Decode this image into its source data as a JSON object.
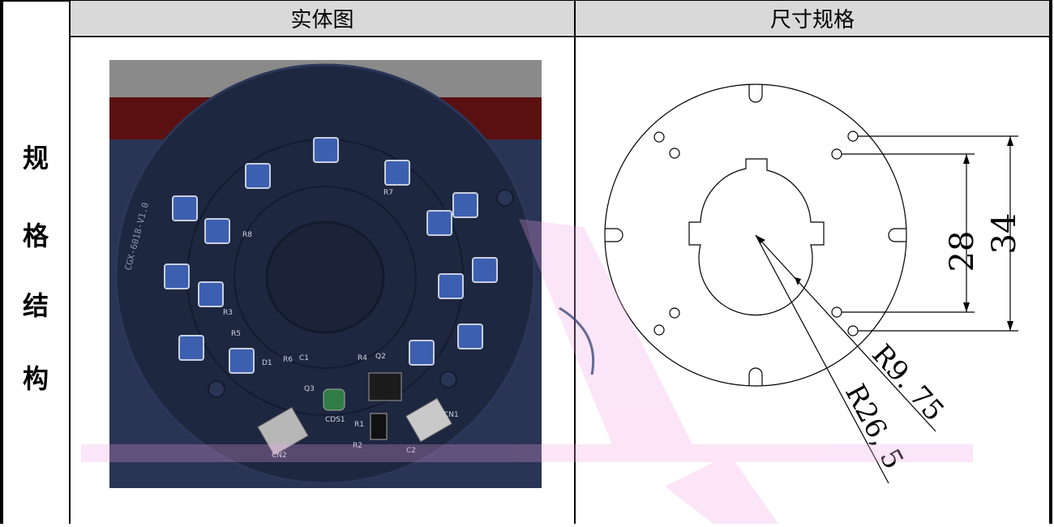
{
  "table": {
    "header_photo": "实体图",
    "header_spec": "尺寸规格",
    "row_label_chars": [
      "规",
      "格",
      "结",
      "构"
    ]
  },
  "photo": {
    "board_label": "CGX-6018-V1.0",
    "component_labels": [
      "R7",
      "R8",
      "R3",
      "R5",
      "R6",
      "C1",
      "R4",
      "Q2",
      "Q3",
      "CDS1",
      "R1",
      "R2",
      "C2",
      "CN1",
      "CN2",
      "D1"
    ]
  },
  "drawing": {
    "dim_inner": "28",
    "dim_outer": "34",
    "radius_small": "R9. 75",
    "radius_large": "R26, 5"
  },
  "colors": {
    "pcb": "#1e2740",
    "led": "#3d5fb0",
    "header_bg": "#d9d9d9",
    "watermark": "#f2a3e6"
  }
}
